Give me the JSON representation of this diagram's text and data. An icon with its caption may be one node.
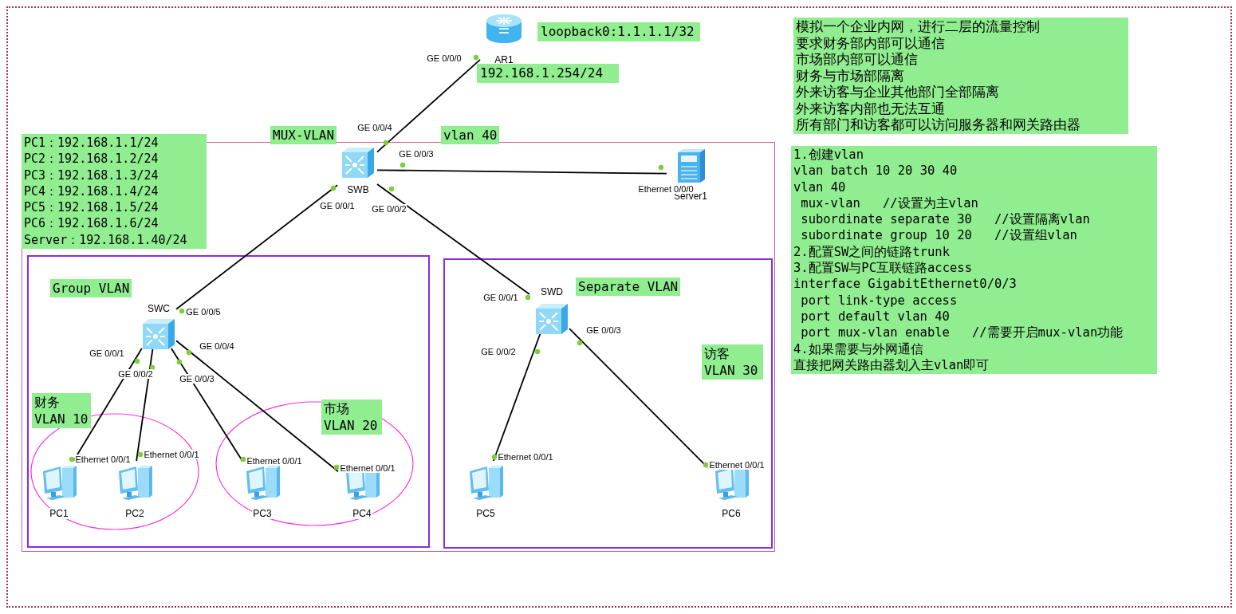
{
  "diagram": {
    "nodes": [
      {
        "text": [
          "MUX-VLAN",
          "vlan 40"
        ]
      },
      {
        "text": [
          "Group VLAN"
        ],
        "in": 0
      },
      {
        "text": [
          "Separate VLAN"
        ],
        "in": 0
      },
      {
        "text": [
          "财务 VLAN 10"
        ],
        "in": 1
      },
      {
        "text": [
          "市场 VLAN 20"
        ],
        "in": 1
      },
      {
        "text": [
          "AR1"
        ],
        "beside": [
          "loopback0:1.1.1.1/32",
          "192.168.1.254/24"
        ]
      },
      {
        "text": [
          "SWB"
        ],
        "in": 0
      },
      {
        "text": [
          "Server1"
        ],
        "in": 0
      },
      {
        "text": [
          "SWC"
        ],
        "in": 1
      },
      {
        "text": [
          "SWD"
        ],
        "in": 2
      },
      {
        "text": [
          "PC1"
        ],
        "in": 3
      },
      {
        "text": [
          "PC2"
        ],
        "in": 3
      },
      {
        "text": [
          "PC3"
        ],
        "in": 4
      },
      {
        "text": [
          "PC4"
        ],
        "in": 4
      },
      {
        "text": [
          "PC5"
        ],
        "in": 2
      },
      {
        "text": [
          "PC6"
        ],
        "in": 2
      }
    ],
    "edges": [
      {
        "from": 5,
        "to": 6,
        "arrow": "none"
      },
      {
        "from": 6,
        "to": 7,
        "arrow": "none"
      },
      {
        "from": 6,
        "to": 8,
        "arrow": "none"
      },
      {
        "from": 6,
        "to": 9,
        "arrow": "none"
      },
      {
        "from": 8,
        "to": 10,
        "arrow": "none"
      },
      {
        "from": 8,
        "to": 11,
        "arrow": "none"
      },
      {
        "from": 8,
        "to": 12,
        "arrow": "none"
      },
      {
        "from": 8,
        "to": 13,
        "arrow": "none"
      },
      {
        "from": 9,
        "to": 14,
        "arrow": "none"
      },
      {
        "from": 9,
        "to": 15,
        "arrow": "none"
      }
    ],
    "labels": [
      "PC1：192.168.1.1/24",
      "PC2：192.168.1.2/24",
      "PC3：192.168.1.3/24",
      "PC4：192.168.1.4/24",
      "PC5：192.168.1.5/24",
      "PC6：192.168.1.6/24",
      "Server：192.168.1.40/24",
      "模拟一个企业内网，进行二层的流量控制",
      "要求财务部内部可以通信",
      "市场部内部可以通信",
      "财务与市场部隔离",
      "外来访客与企业其他部门全部隔离",
      "外来访客内部也无法互通",
      "所有部门和访客都可以访问服务器和网关路由器",
      "1.创建vlan",
      "vlan batch 10 20 30 40",
      "vlan 40",
      "mux-vlan   //设置为主vlan",
      "subordinate separate 30   //设置隔离vlan",
      "subordinate group 10 20   //设置组vlan",
      "2.配置SW之间的链路trunk",
      "3.配置SW与PC互联链路access",
      "interface GigabitEthernet0/0/3",
      "port link-type access",
      "port default vlan 40",
      "port mux-vlan enable   //需要开启mux-vlan功能",
      "4.如果需要与外网通信",
      "直接把网关路由器划入主vlan即可",
      "访客 VLAN 30",
      "GE 0/0/0",
      "GE 0/0/4",
      "GE 0/0/3",
      "GE 0/0/1",
      "GE 0/0/2",
      "Ethernet 0/0/0",
      "GE 0/0/5",
      "GE 0/0/1",
      "GE 0/0/2",
      "GE 0/0/3",
      "GE 0/0/4",
      "GE 0/0/1",
      "GE 0/0/2",
      "GE 0/0/3",
      "Ethernet 0/0/1",
      "Ethernet 0/0/1",
      "Ethernet 0/0/1",
      "Ethernet 0/0/1",
      "Ethernet 0/0/1",
      "Ethernet 0/0/1"
    ]
  }
}
